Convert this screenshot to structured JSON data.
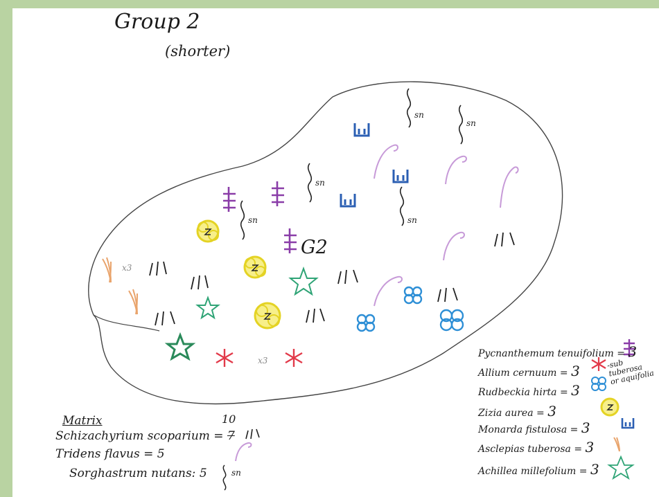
{
  "title": "Group 2",
  "subtitle": "(shorter)",
  "bed_label": "G2",
  "multiplier_label": "x3",
  "sedge_label": "sn",
  "legend": [
    {
      "name": "Pycnanthemum tenuifolium",
      "count": "3",
      "color": "#8a3da8",
      "icon": "hash-stroke-icon"
    },
    {
      "name": "Allium cernuum",
      "count": "3",
      "color": "#e23a4a",
      "icon": "asterisk-flower-icon"
    },
    {
      "name": "Rudbeckia hirta",
      "count": "3",
      "color": "#2e8fd6",
      "icon": "blue-flower-icon"
    },
    {
      "name": "Zizia aurea",
      "count": "3",
      "color": "#e4d324",
      "icon": "yellow-flower-icon"
    },
    {
      "name": "Monarda fistulosa",
      "count": "3",
      "color": "#2b5fb3",
      "icon": "cup-glyph-icon"
    },
    {
      "name": "Asclepias tuberosa",
      "count": "3",
      "color": "#e9a46c",
      "icon": "orange-blades-icon"
    },
    {
      "name": "Achillea millefolium",
      "count": "3",
      "color": "#2fa476",
      "icon": "green-star-icon"
    }
  ],
  "legend_note": "-sub tuberosa or aquifolia",
  "matrix": {
    "heading": "Matrix",
    "rows": [
      {
        "name": "Schizachyrium scoparium",
        "count": "7",
        "revised": "10",
        "icon": "grass-strokes-icon"
      },
      {
        "name": "Tridens flavus",
        "count": "5",
        "icon": "purple-hook-icon"
      },
      {
        "name": "Sorghastrum nutans",
        "count": "5",
        "icon": "squiggle-sn-icon"
      }
    ]
  },
  "colors": {
    "background": "#b9d3a2",
    "paper": "#ffffff",
    "ink": "#1b1b1b",
    "purple": "#8a3da8",
    "pink_purple": "#c79ad8",
    "blue": "#2b5fb3",
    "cyan_blue": "#2e8fd6",
    "yellow": "#e4d324",
    "red": "#e23a4a",
    "teal_green": "#2fa476",
    "orange": "#e9a46c"
  }
}
